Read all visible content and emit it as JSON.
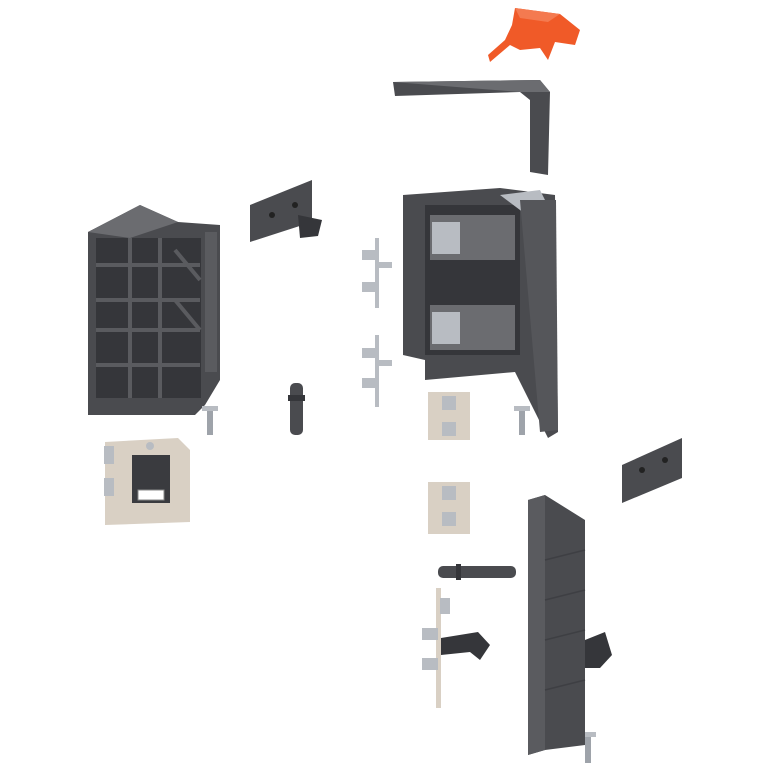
{
  "colors": {
    "background": "#ffffff",
    "housing_gray": "#4a4b4f",
    "housing_dark": "#35363a",
    "housing_light": "#6b6c70",
    "accent_orange": "#f05a28",
    "plate_beige": "#d9d0c4",
    "metal": "#b8bcc2"
  },
  "parts": [
    "orange-clip-icon",
    "top-angle-bracket",
    "left-corner-housing",
    "small-mount-plate",
    "beige-mounting-plate",
    "screw",
    "dowel-pin",
    "fitting-screw-set",
    "center-housing",
    "beige-clip",
    "right-mount-plate",
    "steel-rod",
    "lever-bracket",
    "front-panel"
  ]
}
